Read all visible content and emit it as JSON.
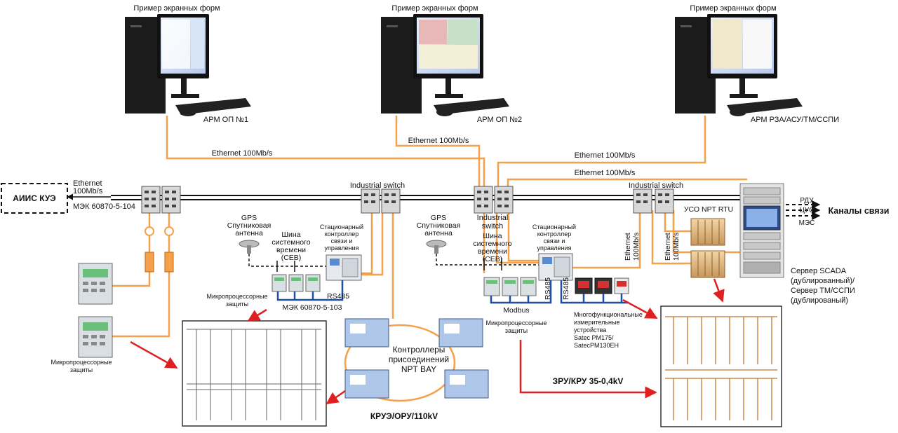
{
  "workstations": {
    "screen_forms_caption": "Пример экранных форм",
    "ws1": "АРМ ОП №1",
    "ws2": "АРМ ОП №2",
    "ws3": "АРМ РЗА/АСУ/ТМ/ССПИ"
  },
  "links": {
    "ethernet_ws1": "Ethernet 100Mb/s",
    "ethernet_ws2": "Ethernet 100Mb/s",
    "ethernet_ws3_a": "Ethernet 100Mb/s",
    "ethernet_ws3_b": "Ethernet 100Mb/s",
    "ethernet_left_l1": "Ethernet",
    "ethernet_left_l2": "100Mb/s",
    "iec_104": "МЭК 60870-5-104",
    "iec_103": "МЭК 60870-5-103",
    "rs485_left": "RS485",
    "rs485_mid_a": "RS485",
    "rs485_mid_b": "RS485",
    "modbus": "Modbus",
    "eth_vert_a_l1": "Ethernet",
    "eth_vert_a_l2": "100Mb/s",
    "eth_vert_b_l1": "Ethernet",
    "eth_vert_b_l2": "100Mb/s"
  },
  "external": {
    "aiis": "АИИС КУЭ",
    "rdu": "РДУ",
    "cus": "ЦУС",
    "mes": "МЭС",
    "channels": "Каналы связи"
  },
  "switches": {
    "industrial_left": "Industrial switch",
    "industrial_mid_l1": "Industrial",
    "industrial_mid_l2": "switch",
    "industrial_right": "Industrial switch"
  },
  "gps": {
    "l1": "GPS",
    "l2": "Спутниковая",
    "l3": "антенна"
  },
  "time_bus": {
    "l1": "Шина",
    "l2": "системного",
    "l3": "времени",
    "l4": "(СЕВ)"
  },
  "controller": {
    "l1": "Стационарный",
    "l2": "контроллер",
    "l3": "связи и",
    "l4": "управления"
  },
  "protections": {
    "l1": "Микропроцессорные",
    "l2": "защиты"
  },
  "bay_controllers": {
    "l1": "Контроллеры",
    "l2": "присоединений",
    "l3": "NPT BAY"
  },
  "meters": {
    "l1": "Многофункциональные",
    "l2": "измерительные",
    "l3": "устройства",
    "l4": "Satec PM175/",
    "l5": "SatecPM130EH"
  },
  "rtu": "УСО NPT RTU",
  "server": {
    "l1": "Сервер SCADA",
    "l2": "(дублированный)/",
    "l3": "Сервер ТМ/ССПИ",
    "l4": "(дублированый)"
  },
  "areas": {
    "kru_110": "КРУЭ/ОРУ/110kV",
    "zru_35": "ЗРУ/КРУ 35-0,4kV"
  },
  "colors": {
    "ethernet": "#f5a04a",
    "backbone": "#111111",
    "serial": "#1f4fa0",
    "arrow": "#e02020",
    "scheme_element": "#c98a4a"
  }
}
